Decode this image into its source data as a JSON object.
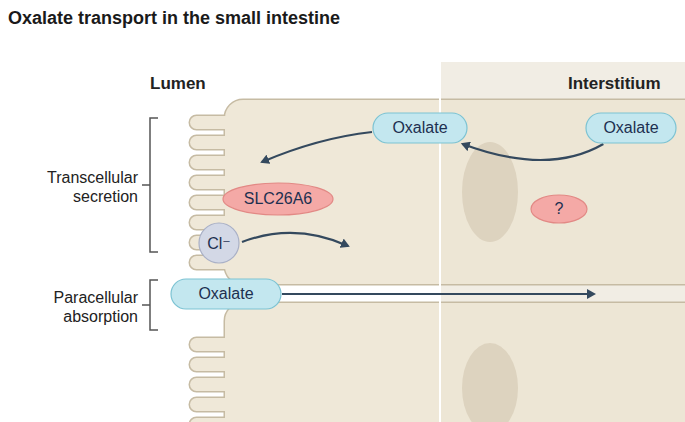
{
  "diagram": {
    "title": "Oxalate transport in the small intestine",
    "nodes": [
      {
        "text": [
          "Oxalate"
        ]
      },
      {
        "text": [
          "Oxalate"
        ]
      },
      {
        "text": [
          "SLC26A6"
        ]
      },
      {
        "text": [
          "?"
        ]
      },
      {
        "text": [
          "Cl⁻"
        ]
      },
      {
        "text": [
          "Oxalate"
        ]
      }
    ],
    "edges": [
      {
        "from": 1,
        "to": 0,
        "arrow": "to"
      }
    ],
    "labels": [
      "Lumen",
      "Interstitium",
      "Transcellular secretion",
      "Paracellular absorption"
    ]
  }
}
